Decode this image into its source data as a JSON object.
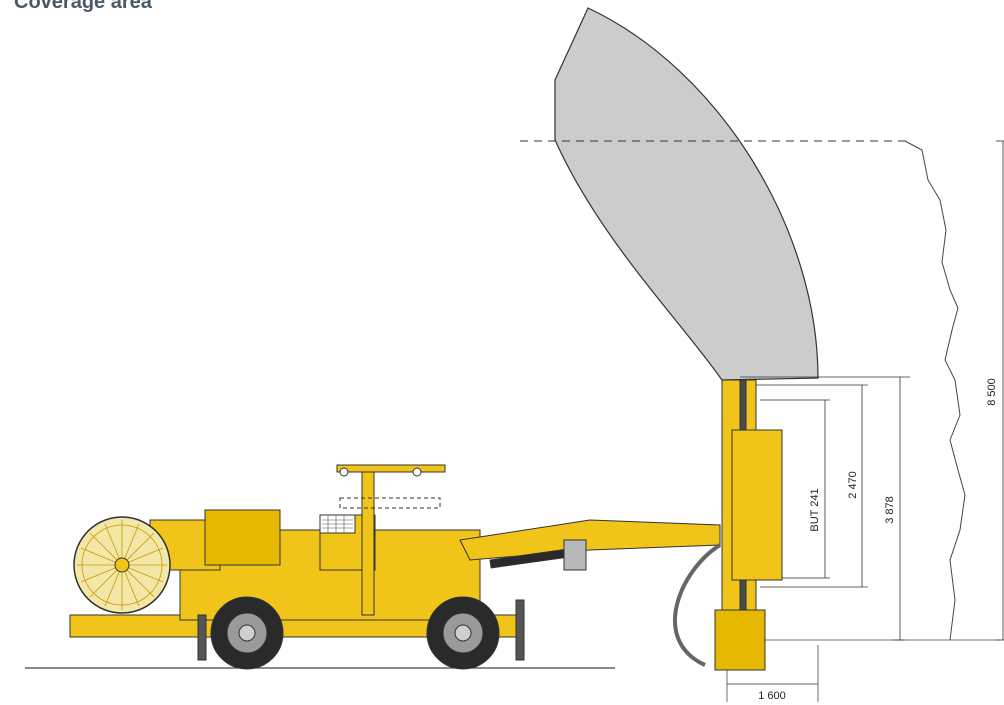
{
  "title": "Coverage area",
  "dimensions": {
    "total_height": "8 500",
    "height_3878": "3 878",
    "height_2470": "2 470",
    "boom_label": "BUT 241",
    "width_1600": "1 600"
  },
  "colors": {
    "coverage_fill": "#cccccc",
    "machine_yellow": "#f0c419",
    "machine_yellow_dark": "#c89a00",
    "tire_black": "#2a2a2a",
    "rim_grey": "#9a9a9a",
    "title_color": "#4a5a66"
  },
  "icons": [
    "drill-rig",
    "cable-reel",
    "wheel",
    "rock-wall"
  ]
}
